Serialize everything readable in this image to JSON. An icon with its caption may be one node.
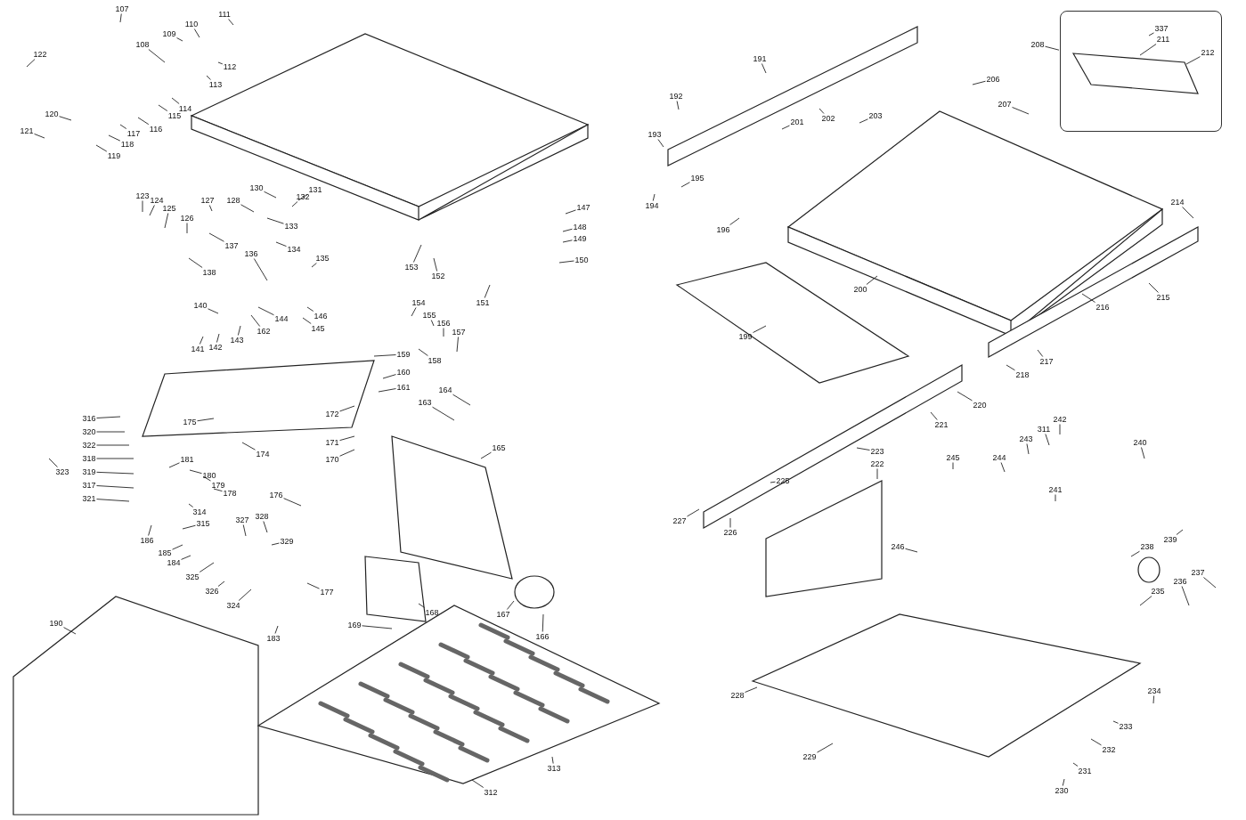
{
  "diagram": {
    "nodes": [
      {
        "text": [
          "107"
        ]
      },
      {
        "text": [
          "108"
        ]
      },
      {
        "text": [
          "109"
        ]
      },
      {
        "text": [
          "110"
        ]
      },
      {
        "text": [
          "111"
        ]
      },
      {
        "text": [
          "112"
        ]
      },
      {
        "text": [
          "113"
        ]
      },
      {
        "text": [
          "114"
        ]
      },
      {
        "text": [
          "115"
        ]
      },
      {
        "text": [
          "116"
        ]
      },
      {
        "text": [
          "117"
        ]
      },
      {
        "text": [
          "118"
        ]
      },
      {
        "text": [
          "119"
        ]
      },
      {
        "text": [
          "120"
        ]
      },
      {
        "text": [
          "121"
        ]
      },
      {
        "text": [
          "122"
        ]
      },
      {
        "text": [
          "123"
        ]
      },
      {
        "text": [
          "124"
        ]
      },
      {
        "text": [
          "125"
        ]
      },
      {
        "text": [
          "126"
        ]
      },
      {
        "text": [
          "127"
        ]
      },
      {
        "text": [
          "128"
        ]
      },
      {
        "text": [
          "130"
        ]
      },
      {
        "text": [
          "131"
        ]
      },
      {
        "text": [
          "132"
        ]
      },
      {
        "text": [
          "133"
        ]
      },
      {
        "text": [
          "134"
        ]
      },
      {
        "text": [
          "135"
        ]
      },
      {
        "text": [
          "136"
        ]
      },
      {
        "text": [
          "137"
        ]
      },
      {
        "text": [
          "138"
        ]
      },
      {
        "text": [
          "140"
        ]
      },
      {
        "text": [
          "141"
        ]
      },
      {
        "text": [
          "142"
        ]
      },
      {
        "text": [
          "143"
        ]
      },
      {
        "text": [
          "144"
        ]
      },
      {
        "text": [
          "145"
        ]
      },
      {
        "text": [
          "146"
        ]
      },
      {
        "text": [
          "147"
        ]
      },
      {
        "text": [
          "148"
        ]
      },
      {
        "text": [
          "149"
        ]
      },
      {
        "text": [
          "150"
        ]
      },
      {
        "text": [
          "151"
        ]
      },
      {
        "text": [
          "152"
        ]
      },
      {
        "text": [
          "153"
        ]
      },
      {
        "text": [
          "154"
        ]
      },
      {
        "text": [
          "155"
        ]
      },
      {
        "text": [
          "156"
        ]
      },
      {
        "text": [
          "157"
        ]
      },
      {
        "text": [
          "158"
        ]
      },
      {
        "text": [
          "159"
        ]
      },
      {
        "text": [
          "160"
        ]
      },
      {
        "text": [
          "161"
        ]
      },
      {
        "text": [
          "162"
        ]
      },
      {
        "text": [
          "163"
        ]
      },
      {
        "text": [
          "164"
        ]
      },
      {
        "text": [
          "165"
        ]
      },
      {
        "text": [
          "166"
        ]
      },
      {
        "text": [
          "167"
        ]
      },
      {
        "text": [
          "168"
        ]
      },
      {
        "text": [
          "169"
        ]
      },
      {
        "text": [
          "170"
        ]
      },
      {
        "text": [
          "171"
        ]
      },
      {
        "text": [
          "172"
        ]
      },
      {
        "text": [
          "174"
        ]
      },
      {
        "text": [
          "175"
        ]
      },
      {
        "text": [
          "176"
        ]
      },
      {
        "text": [
          "177"
        ]
      },
      {
        "text": [
          "178"
        ]
      },
      {
        "text": [
          "179"
        ]
      },
      {
        "text": [
          "180"
        ]
      },
      {
        "text": [
          "181"
        ]
      },
      {
        "text": [
          "183"
        ]
      },
      {
        "text": [
          "184"
        ]
      },
      {
        "text": [
          "185"
        ]
      },
      {
        "text": [
          "186"
        ]
      },
      {
        "text": [
          "190"
        ]
      },
      {
        "text": [
          "191"
        ]
      },
      {
        "text": [
          "192"
        ]
      },
      {
        "text": [
          "193"
        ]
      },
      {
        "text": [
          "194"
        ]
      },
      {
        "text": [
          "195"
        ]
      },
      {
        "text": [
          "196"
        ]
      },
      {
        "text": [
          "199"
        ]
      },
      {
        "text": [
          "200"
        ]
      },
      {
        "text": [
          "201"
        ]
      },
      {
        "text": [
          "202"
        ]
      },
      {
        "text": [
          "203"
        ]
      },
      {
        "text": [
          "206"
        ]
      },
      {
        "text": [
          "207"
        ]
      },
      {
        "text": [
          "208"
        ]
      },
      {
        "text": [],
        "shape": "box"
      },
      {
        "text": [
          "337"
        ],
        "in": 91
      },
      {
        "text": [
          "211"
        ],
        "in": 91
      },
      {
        "text": [
          "212"
        ],
        "in": 91
      },
      {
        "text": [
          "214"
        ]
      },
      {
        "text": [
          "215"
        ]
      },
      {
        "text": [
          "216"
        ]
      },
      {
        "text": [
          "217"
        ]
      },
      {
        "text": [
          "218"
        ]
      },
      {
        "text": [
          "220"
        ]
      },
      {
        "text": [
          "221"
        ]
      },
      {
        "text": [
          "222"
        ]
      },
      {
        "text": [
          "223"
        ]
      },
      {
        "text": [
          "225"
        ]
      },
      {
        "text": [
          "226"
        ]
      },
      {
        "text": [
          "227"
        ]
      },
      {
        "text": [
          "228"
        ]
      },
      {
        "text": [
          "229"
        ]
      },
      {
        "text": [
          "230"
        ]
      },
      {
        "text": [
          "231"
        ]
      },
      {
        "text": [
          "232"
        ]
      },
      {
        "text": [
          "233"
        ]
      },
      {
        "text": [
          "234"
        ]
      },
      {
        "text": [
          "235"
        ]
      },
      {
        "text": [
          "236"
        ]
      },
      {
        "text": [
          "237"
        ]
      },
      {
        "text": [
          "238"
        ]
      },
      {
        "text": [
          "239"
        ]
      },
      {
        "text": [
          "240"
        ]
      },
      {
        "text": [
          "241"
        ]
      },
      {
        "text": [
          "242"
        ]
      },
      {
        "text": [
          "243"
        ]
      },
      {
        "text": [
          "244"
        ]
      },
      {
        "text": [
          "245"
        ]
      },
      {
        "text": [
          "246"
        ]
      },
      {
        "text": [
          "311"
        ]
      },
      {
        "text": [
          "312"
        ]
      },
      {
        "text": [
          "313"
        ]
      },
      {
        "text": [
          "314"
        ]
      },
      {
        "text": [
          "315"
        ]
      },
      {
        "text": [
          "316"
        ]
      },
      {
        "text": [
          "317"
        ]
      },
      {
        "text": [
          "318"
        ]
      },
      {
        "text": [
          "319"
        ]
      },
      {
        "text": [
          "320"
        ]
      },
      {
        "text": [
          "321"
        ]
      },
      {
        "text": [
          "322"
        ]
      },
      {
        "text": [
          "323"
        ]
      },
      {
        "text": [
          "324"
        ]
      },
      {
        "text": [
          "325"
        ]
      },
      {
        "text": [
          "326"
        ]
      },
      {
        "text": [
          "327"
        ]
      },
      {
        "text": [
          "328"
        ]
      },
      {
        "text": [
          "329"
        ]
      }
    ],
    "edges": [
      {
        "from": 0,
        "to": null,
        "arrow": "none"
      },
      {
        "from": 1,
        "to": null,
        "arrow": "none"
      },
      {
        "from": 2,
        "to": null,
        "arrow": "none"
      },
      {
        "from": 3,
        "to": null,
        "arrow": "none"
      },
      {
        "from": 4,
        "to": null,
        "arrow": "none"
      },
      {
        "from": 5,
        "to": null,
        "arrow": "none"
      },
      {
        "from": 6,
        "to": null,
        "arrow": "none"
      },
      {
        "from": 7,
        "to": null,
        "arrow": "none"
      },
      {
        "from": 8,
        "to": null,
        "arrow": "none"
      },
      {
        "from": 9,
        "to": null,
        "arrow": "none"
      },
      {
        "from": 10,
        "to": null,
        "arrow": "none"
      },
      {
        "from": 11,
        "to": null,
        "arrow": "none"
      },
      {
        "from": 12,
        "to": null,
        "arrow": "none"
      },
      {
        "from": 13,
        "to": null,
        "arrow": "none"
      },
      {
        "from": 14,
        "to": null,
        "arrow": "none"
      },
      {
        "from": 15,
        "to": null,
        "arrow": "none"
      },
      {
        "from": 16,
        "to": null,
        "arrow": "none"
      },
      {
        "from": 17,
        "to": null,
        "arrow": "none"
      },
      {
        "from": 18,
        "to": null,
        "arrow": "none"
      },
      {
        "from": 19,
        "to": null,
        "arrow": "none"
      },
      {
        "from": 20,
        "to": null,
        "arrow": "none"
      },
      {
        "from": 21,
        "to": null,
        "arrow": "none"
      },
      {
        "from": 22,
        "to": null,
        "arrow": "none"
      },
      {
        "from": 23,
        "to": null,
        "arrow": "none"
      },
      {
        "from": 24,
        "to": null,
        "arrow": "none"
      },
      {
        "from": 25,
        "to": null,
        "arrow": "none"
      },
      {
        "from": 26,
        "to": null,
        "arrow": "none"
      },
      {
        "from": 27,
        "to": null,
        "arrow": "none"
      },
      {
        "from": 28,
        "to": null,
        "arrow": "none"
      },
      {
        "from": 29,
        "to": null,
        "arrow": "none"
      },
      {
        "from": 30,
        "to": null,
        "arrow": "none"
      },
      {
        "from": 31,
        "to": null,
        "arrow": "none"
      },
      {
        "from": 32,
        "to": null,
        "arrow": "none"
      },
      {
        "from": 33,
        "to": null,
        "arrow": "none"
      },
      {
        "from": 34,
        "to": null,
        "arrow": "none"
      },
      {
        "from": 35,
        "to": null,
        "arrow": "none"
      },
      {
        "from": 36,
        "to": null,
        "arrow": "none"
      },
      {
        "from": 37,
        "to": null,
        "arrow": "none"
      },
      {
        "from": 38,
        "to": null,
        "arrow": "none"
      },
      {
        "from": 39,
        "to": null,
        "arrow": "none"
      },
      {
        "from": 40,
        "to": null,
        "arrow": "none"
      },
      {
        "from": 41,
        "to": null,
        "arrow": "none"
      },
      {
        "from": 42,
        "to": null,
        "arrow": "none"
      },
      {
        "from": 43,
        "to": null,
        "arrow": "none"
      },
      {
        "from": 44,
        "to": null,
        "arrow": "none"
      },
      {
        "from": 45,
        "to": null,
        "arrow": "none"
      },
      {
        "from": 46,
        "to": null,
        "arrow": "none"
      },
      {
        "from": 47,
        "to": null,
        "arrow": "none"
      },
      {
        "from": 48,
        "to": null,
        "arrow": "none"
      },
      {
        "from": 49,
        "to": null,
        "arrow": "none"
      },
      {
        "from": 50,
        "to": null,
        "arrow": "none"
      },
      {
        "from": 51,
        "to": null,
        "arrow": "none"
      },
      {
        "from": 52,
        "to": null,
        "arrow": "none"
      },
      {
        "from": 53,
        "to": null,
        "arrow": "none"
      },
      {
        "from": 54,
        "to": null,
        "arrow": "none"
      },
      {
        "from": 55,
        "to": null,
        "arrow": "none"
      },
      {
        "from": 56,
        "to": null,
        "arrow": "none"
      },
      {
        "from": 57,
        "to": null,
        "arrow": "none"
      },
      {
        "from": 58,
        "to": null,
        "arrow": "none"
      },
      {
        "from": 59,
        "to": null,
        "arrow": "none"
      },
      {
        "from": 60,
        "to": null,
        "arrow": "none"
      },
      {
        "from": 61,
        "to": null,
        "arrow": "none"
      },
      {
        "from": 62,
        "to": null,
        "arrow": "none"
      },
      {
        "from": 63,
        "to": null,
        "arrow": "none"
      },
      {
        "from": 64,
        "to": null,
        "arrow": "none"
      },
      {
        "from": 65,
        "to": null,
        "arrow": "none"
      },
      {
        "from": 66,
        "to": null,
        "arrow": "none"
      },
      {
        "from": 67,
        "to": null,
        "arrow": "none"
      },
      {
        "from": 68,
        "to": null,
        "arrow": "none"
      },
      {
        "from": 69,
        "to": null,
        "arrow": "none"
      },
      {
        "from": 70,
        "to": null,
        "arrow": "none"
      },
      {
        "from": 71,
        "to": null,
        "arrow": "none"
      },
      {
        "from": 72,
        "to": null,
        "arrow": "none"
      },
      {
        "from": 73,
        "to": null,
        "arrow": "none"
      },
      {
        "from": 74,
        "to": null,
        "arrow": "none"
      },
      {
        "from": 75,
        "to": null,
        "arrow": "none"
      },
      {
        "from": 76,
        "to": null,
        "arrow": "none"
      },
      {
        "from": 77,
        "to": null,
        "arrow": "none"
      },
      {
        "from": 78,
        "to": null,
        "arrow": "none"
      },
      {
        "from": 79,
        "to": null,
        "arrow": "none"
      },
      {
        "from": 80,
        "to": null,
        "arrow": "none"
      },
      {
        "from": 81,
        "to": null,
        "arrow": "none"
      },
      {
        "from": 82,
        "to": null,
        "arrow": "none"
      },
      {
        "from": 83,
        "to": null,
        "arrow": "none"
      },
      {
        "from": 84,
        "to": null,
        "arrow": "none"
      },
      {
        "from": 85,
        "to": null,
        "arrow": "none"
      },
      {
        "from": 86,
        "to": null,
        "arrow": "none"
      },
      {
        "from": 87,
        "to": null,
        "arrow": "none"
      },
      {
        "from": 88,
        "to": null,
        "arrow": "none"
      },
      {
        "from": 89,
        "to": null,
        "arrow": "none"
      },
      {
        "from": 90,
        "to": 91,
        "arrow": "none"
      },
      {
        "from": 92,
        "to": null,
        "arrow": "none"
      },
      {
        "from": 93,
        "to": null,
        "arrow": "none"
      },
      {
        "from": 94,
        "to": null,
        "arrow": "none"
      },
      {
        "from": 95,
        "to": null,
        "arrow": "none"
      },
      {
        "from": 96,
        "to": null,
        "arrow": "none"
      },
      {
        "from": 97,
        "to": null,
        "arrow": "none"
      },
      {
        "from": 98,
        "to": null,
        "arrow": "none"
      },
      {
        "from": 99,
        "to": null,
        "arrow": "none"
      },
      {
        "from": 100,
        "to": null,
        "arrow": "none"
      },
      {
        "from": 101,
        "to": null,
        "arrow": "none"
      },
      {
        "from": 102,
        "to": null,
        "arrow": "none"
      },
      {
        "from": 103,
        "to": null,
        "arrow": "none"
      },
      {
        "from": 104,
        "to": null,
        "arrow": "none"
      },
      {
        "from": 105,
        "to": null,
        "arrow": "none"
      },
      {
        "from": 106,
        "to": null,
        "arrow": "none"
      },
      {
        "from": 107,
        "to": null,
        "arrow": "none"
      },
      {
        "from": 108,
        "to": null,
        "arrow": "none"
      },
      {
        "from": 109,
        "to": null,
        "arrow": "none"
      },
      {
        "from": 110,
        "to": null,
        "arrow": "none"
      },
      {
        "from": 111,
        "to": null,
        "arrow": "none"
      },
      {
        "from": 112,
        "to": null,
        "arrow": "none"
      },
      {
        "from": 113,
        "to": null,
        "arrow": "none"
      },
      {
        "from": 114,
        "to": null,
        "arrow": "none"
      },
      {
        "from": 115,
        "to": null,
        "arrow": "none"
      },
      {
        "from": 116,
        "to": null,
        "arrow": "none"
      },
      {
        "from": 117,
        "to": null,
        "arrow": "none"
      },
      {
        "from": 118,
        "to": null,
        "arrow": "none"
      },
      {
        "from": 119,
        "to": null,
        "arrow": "none"
      },
      {
        "from": 120,
        "to": null,
        "arrow": "none"
      },
      {
        "from": 121,
        "to": null,
        "arrow": "none"
      },
      {
        "from": 122,
        "to": null,
        "arrow": "none"
      },
      {
        "from": 123,
        "to": null,
        "arrow": "none"
      },
      {
        "from": 124,
        "to": null,
        "arrow": "none"
      },
      {
        "from": 125,
        "to": null,
        "arrow": "none"
      },
      {
        "from": 126,
        "to": null,
        "arrow": "none"
      },
      {
        "from": 127,
        "to": null,
        "arrow": "none"
      },
      {
        "from": 128,
        "to": null,
        "arrow": "none"
      },
      {
        "from": 129,
        "to": null,
        "arrow": "none"
      },
      {
        "from": 130,
        "to": null,
        "arrow": "none"
      },
      {
        "from": 131,
        "to": null,
        "arrow": "none"
      },
      {
        "from": 132,
        "to": null,
        "arrow": "none"
      },
      {
        "from": 133,
        "to": null,
        "arrow": "none"
      },
      {
        "from": 134,
        "to": null,
        "arrow": "none"
      },
      {
        "from": 135,
        "to": null,
        "arrow": "none"
      },
      {
        "from": 136,
        "to": null,
        "arrow": "none"
      },
      {
        "from": 137,
        "to": null,
        "arrow": "none"
      },
      {
        "from": 138,
        "to": null,
        "arrow": "none"
      },
      {
        "from": 139,
        "to": null,
        "arrow": "none"
      },
      {
        "from": 140,
        "to": null,
        "arrow": "none"
      },
      {
        "from": 141,
        "to": null,
        "arrow": "none"
      },
      {
        "from": 142,
        "to": null,
        "arrow": "none"
      },
      {
        "from": 143,
        "to": null,
        "arrow": "none"
      },
      {
        "from": 144,
        "to": null,
        "arrow": "none"
      }
    ]
  }
}
